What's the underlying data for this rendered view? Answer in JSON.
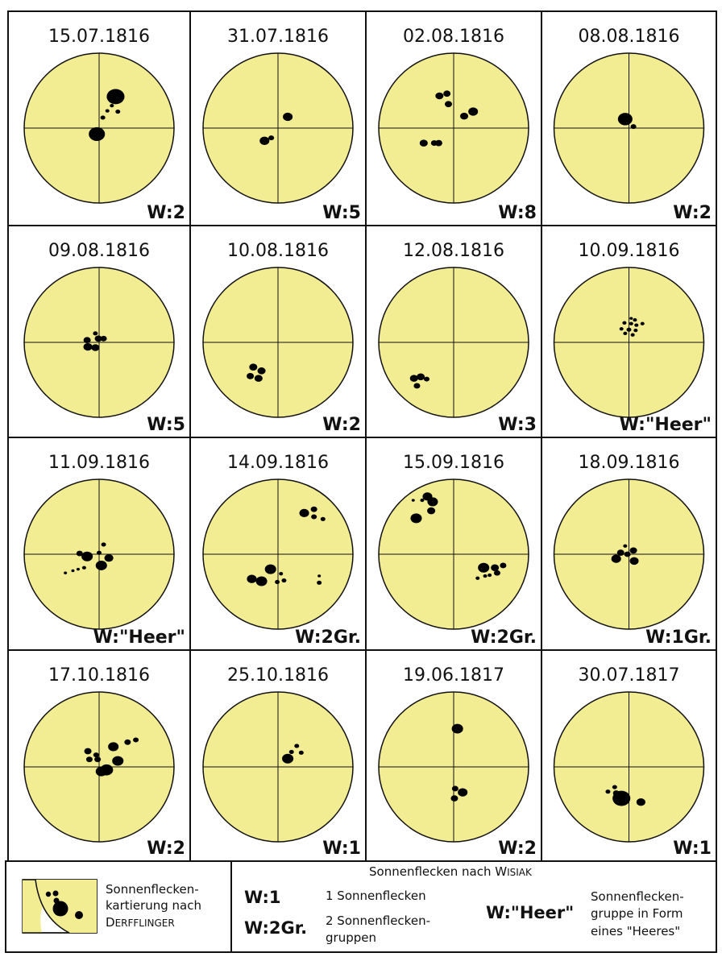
{
  "panels": [
    {
      "date": "15.07.1816",
      "w": "W:2",
      "spots": [
        [
          -0.03,
          -0.08,
          0.1
        ],
        [
          0.22,
          0.42,
          0.11
        ],
        [
          0.05,
          0.14,
          0.03
        ],
        [
          0.11,
          0.23,
          0.025
        ],
        [
          0.17,
          0.3,
          0.025
        ],
        [
          0.25,
          0.22,
          0.03
        ]
      ]
    },
    {
      "date": "31.07.1816",
      "w": "W:5",
      "spots": [
        [
          0.13,
          0.15,
          0.06
        ],
        [
          -0.18,
          -0.17,
          0.06
        ],
        [
          -0.09,
          -0.13,
          0.035
        ]
      ]
    },
    {
      "date": "02.08.1816",
      "w": "W:8",
      "spots": [
        [
          -0.19,
          0.43,
          0.05
        ],
        [
          -0.09,
          0.46,
          0.045
        ],
        [
          -0.07,
          0.32,
          0.045
        ],
        [
          0.14,
          0.16,
          0.05
        ],
        [
          0.26,
          0.22,
          0.06
        ],
        [
          -0.4,
          -0.2,
          0.05
        ],
        [
          -0.26,
          -0.2,
          0.04
        ],
        [
          -0.2,
          -0.2,
          0.045
        ]
      ]
    },
    {
      "date": "08.08.1816",
      "w": "W:2",
      "spots": [
        [
          -0.05,
          0.12,
          0.09
        ],
        [
          0.06,
          0.02,
          0.035
        ]
      ]
    },
    {
      "date": "09.08.1816",
      "w": "W:5",
      "spots": [
        [
          -0.05,
          0.12,
          0.03
        ],
        [
          -0.01,
          0.05,
          0.045
        ],
        [
          -0.16,
          0.03,
          0.045
        ],
        [
          0.06,
          0.05,
          0.04
        ],
        [
          -0.15,
          -0.06,
          0.055
        ],
        [
          -0.05,
          -0.07,
          0.05
        ]
      ]
    },
    {
      "date": "10.08.1816",
      "w": "W:2",
      "spots": [
        [
          -0.33,
          -0.33,
          0.05
        ],
        [
          -0.22,
          -0.38,
          0.05
        ],
        [
          -0.37,
          -0.45,
          0.045
        ],
        [
          -0.26,
          -0.48,
          0.05
        ]
      ]
    },
    {
      "date": "12.08.1816",
      "w": "W:3",
      "spots": [
        [
          -0.53,
          -0.48,
          0.05
        ],
        [
          -0.44,
          -0.46,
          0.05
        ],
        [
          -0.36,
          -0.49,
          0.035
        ],
        [
          -0.49,
          -0.58,
          0.04
        ]
      ]
    },
    {
      "date": "10.09.1816",
      "w": "W:\"Heer\"",
      "spots": [
        [
          0.03,
          0.32,
          0.02
        ],
        [
          0.08,
          0.3,
          0.025
        ],
        [
          -0.06,
          0.26,
          0.025
        ],
        [
          0.03,
          0.25,
          0.025
        ],
        [
          0.1,
          0.23,
          0.025
        ],
        [
          0.18,
          0.25,
          0.025
        ],
        [
          -0.1,
          0.18,
          0.025
        ],
        [
          0.0,
          0.17,
          0.03
        ],
        [
          0.09,
          0.16,
          0.025
        ],
        [
          -0.05,
          0.12,
          0.025
        ],
        [
          0.05,
          0.1,
          0.025
        ]
      ]
    },
    {
      "date": "11.09.1816",
      "w": "W:\"Heer\"",
      "spots": [
        [
          0.06,
          0.13,
          0.03
        ],
        [
          -0.26,
          0.01,
          0.04
        ],
        [
          -0.16,
          -0.03,
          0.07
        ],
        [
          0.0,
          0.02,
          0.03
        ],
        [
          0.13,
          -0.05,
          0.055
        ],
        [
          0.03,
          -0.15,
          0.07
        ],
        [
          -0.45,
          -0.25,
          0.02
        ],
        [
          -0.35,
          -0.22,
          0.02
        ],
        [
          -0.28,
          -0.2,
          0.02
        ],
        [
          -0.2,
          -0.18,
          0.025
        ]
      ]
    },
    {
      "date": "14.09.1816",
      "w": "W:2Gr.",
      "spots": [
        [
          0.35,
          0.55,
          0.06
        ],
        [
          0.48,
          0.6,
          0.04
        ],
        [
          0.48,
          0.5,
          0.035
        ],
        [
          0.6,
          0.47,
          0.03
        ],
        [
          -0.1,
          -0.2,
          0.07
        ],
        [
          -0.35,
          -0.33,
          0.06
        ],
        [
          -0.22,
          -0.36,
          0.07
        ],
        [
          -0.01,
          -0.37,
          0.03
        ],
        [
          0.04,
          -0.26,
          0.025
        ],
        [
          0.08,
          -0.35,
          0.03
        ],
        [
          0.55,
          -0.29,
          0.02
        ],
        [
          0.55,
          -0.38,
          0.03
        ]
      ]
    },
    {
      "date": "15.09.1816",
      "w": "W:2Gr.",
      "spots": [
        [
          -0.35,
          0.77,
          0.06
        ],
        [
          -0.28,
          0.7,
          0.065
        ],
        [
          -0.42,
          0.72,
          0.025
        ],
        [
          -0.54,
          0.72,
          0.02
        ],
        [
          -0.3,
          0.58,
          0.05
        ],
        [
          -0.5,
          0.48,
          0.07
        ],
        [
          0.4,
          -0.18,
          0.07
        ],
        [
          0.55,
          -0.18,
          0.05
        ],
        [
          0.66,
          -0.15,
          0.04
        ],
        [
          0.58,
          -0.25,
          0.04
        ],
        [
          0.32,
          -0.32,
          0.025
        ],
        [
          0.42,
          -0.29,
          0.025
        ],
        [
          0.48,
          -0.28,
          0.025
        ]
      ]
    },
    {
      "date": "18.09.1816",
      "w": "W:1Gr.",
      "spots": [
        [
          -0.05,
          0.11,
          0.025
        ],
        [
          0.06,
          0.05,
          0.045
        ],
        [
          -0.11,
          0.02,
          0.045
        ],
        [
          -0.02,
          0.0,
          0.04
        ],
        [
          -0.17,
          -0.06,
          0.06
        ],
        [
          0.07,
          -0.09,
          0.055
        ]
      ]
    },
    {
      "date": "17.10.1816",
      "w": "W:2",
      "spots": [
        [
          -0.15,
          0.21,
          0.045
        ],
        [
          -0.04,
          0.16,
          0.035
        ],
        [
          0.19,
          0.27,
          0.065
        ],
        [
          0.38,
          0.33,
          0.04
        ],
        [
          0.49,
          0.36,
          0.035
        ],
        [
          -0.13,
          0.1,
          0.04
        ],
        [
          -0.02,
          0.1,
          0.04
        ],
        [
          0.25,
          0.08,
          0.07
        ],
        [
          0.1,
          -0.04,
          0.08
        ],
        [
          0.03,
          -0.06,
          0.07
        ]
      ]
    },
    {
      "date": "25.10.1816",
      "w": "W:1",
      "spots": [
        [
          0.25,
          0.28,
          0.03
        ],
        [
          0.18,
          0.2,
          0.03
        ],
        [
          0.31,
          0.19,
          0.03
        ],
        [
          0.13,
          0.11,
          0.07
        ]
      ]
    },
    {
      "date": "19.06.1817",
      "w": "W:2",
      "spots": [
        [
          0.05,
          0.51,
          0.07
        ],
        [
          0.02,
          -0.29,
          0.04
        ],
        [
          0.12,
          -0.34,
          0.06
        ],
        [
          0.01,
          -0.42,
          0.045
        ]
      ]
    },
    {
      "date": "30.07.1817",
      "w": "W:1",
      "spots": [
        [
          -0.19,
          -0.27,
          0.03
        ],
        [
          -0.28,
          -0.33,
          0.03
        ],
        [
          -0.17,
          -0.35,
          0.04
        ],
        [
          -0.1,
          -0.42,
          0.11
        ],
        [
          0.16,
          -0.47,
          0.055
        ]
      ]
    }
  ],
  "legend": {
    "spot_line1": "Sonnenflecken-",
    "spot_line2": "kartierung nach",
    "spot_author_first": "D",
    "spot_author_rest": "ERFFLINGER",
    "wisiak_prefix": "Sonnenflecken nach ",
    "wisiak_first": "W",
    "wisiak_rest": "ISIAK",
    "w1_label": "W:1",
    "w1_desc": "1 Sonnenflecken",
    "w2_label": "W:2Gr.",
    "w2_desc_line1": "2 Sonnenflecken-",
    "w2_desc_line2": "gruppen",
    "heer_label": "W:\"Heer\"",
    "heer_line1": "Sonnenflecken-",
    "heer_line2": "gruppe in Form",
    "heer_line3": "eines \"Heeres\""
  },
  "colors": {
    "disk": "#f2ec92",
    "spot": "#000000",
    "line": "#111111"
  }
}
